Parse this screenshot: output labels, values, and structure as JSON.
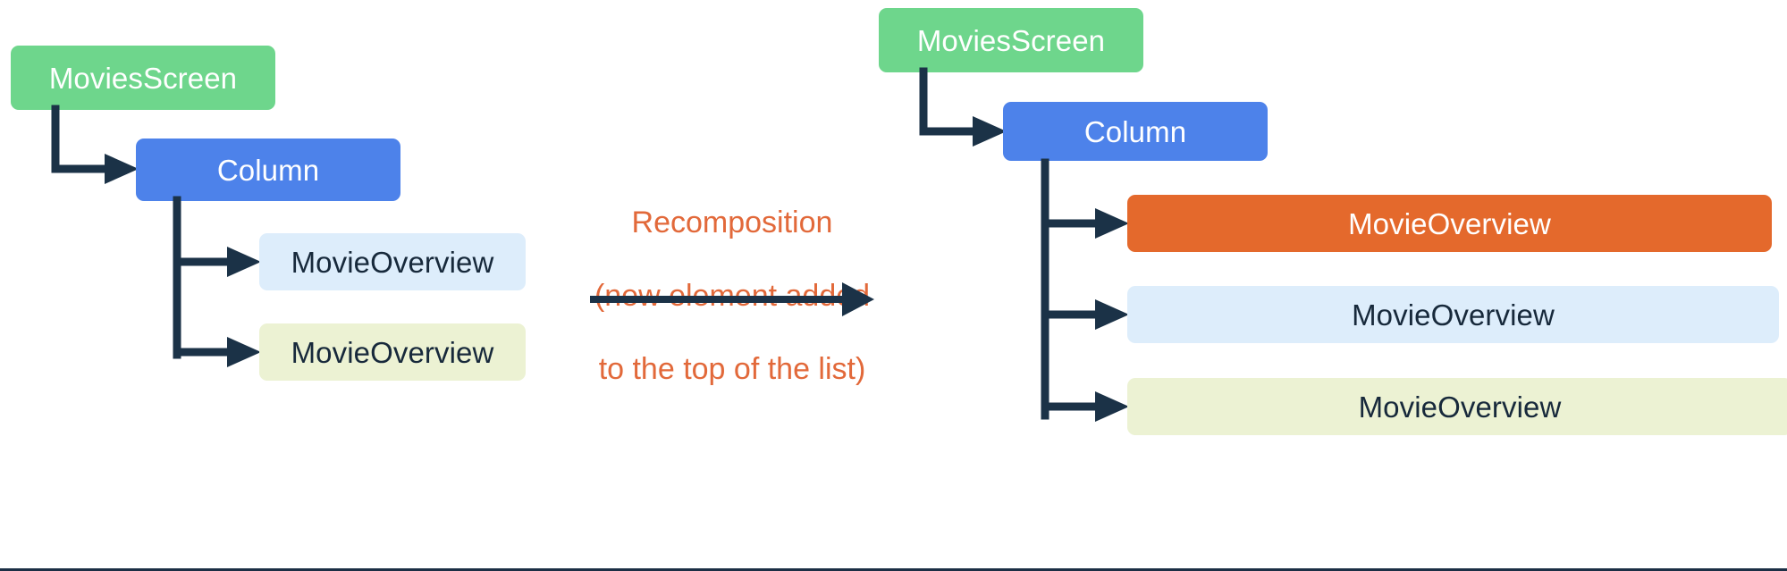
{
  "diagram": {
    "title_text": "Recomposition (new element added to the top of the list)",
    "colors": {
      "screen_green": "#6ed68c",
      "column_blue": "#4d82ea",
      "pale_blue": "#ddedfb",
      "pale_yellow": "#ecf2d3",
      "orange_highlight": "#e4692c",
      "connector_navy": "#1b3247",
      "caption_orange": "#e2693a",
      "background": "#ffffff"
    }
  },
  "before": {
    "root": {
      "label": "MoviesScreen"
    },
    "column": {
      "label": "Column"
    },
    "children": [
      {
        "label": "MovieOverview",
        "variant": "pale-blue"
      },
      {
        "label": "MovieOverview",
        "variant": "pale-yellow"
      }
    ]
  },
  "transition": {
    "caption_line1": "Recomposition",
    "caption_line2": "(new element added",
    "caption_line3": "to the top of the list)",
    "arrow_label": "recomposition-arrow"
  },
  "after": {
    "root": {
      "label": "MoviesScreen"
    },
    "column": {
      "label": "Column"
    },
    "children": [
      {
        "label": "MovieOverview",
        "variant": "orange"
      },
      {
        "label": "MovieOverview",
        "variant": "pale-blue"
      },
      {
        "label": "MovieOverview",
        "variant": "pale-yellow"
      }
    ]
  }
}
